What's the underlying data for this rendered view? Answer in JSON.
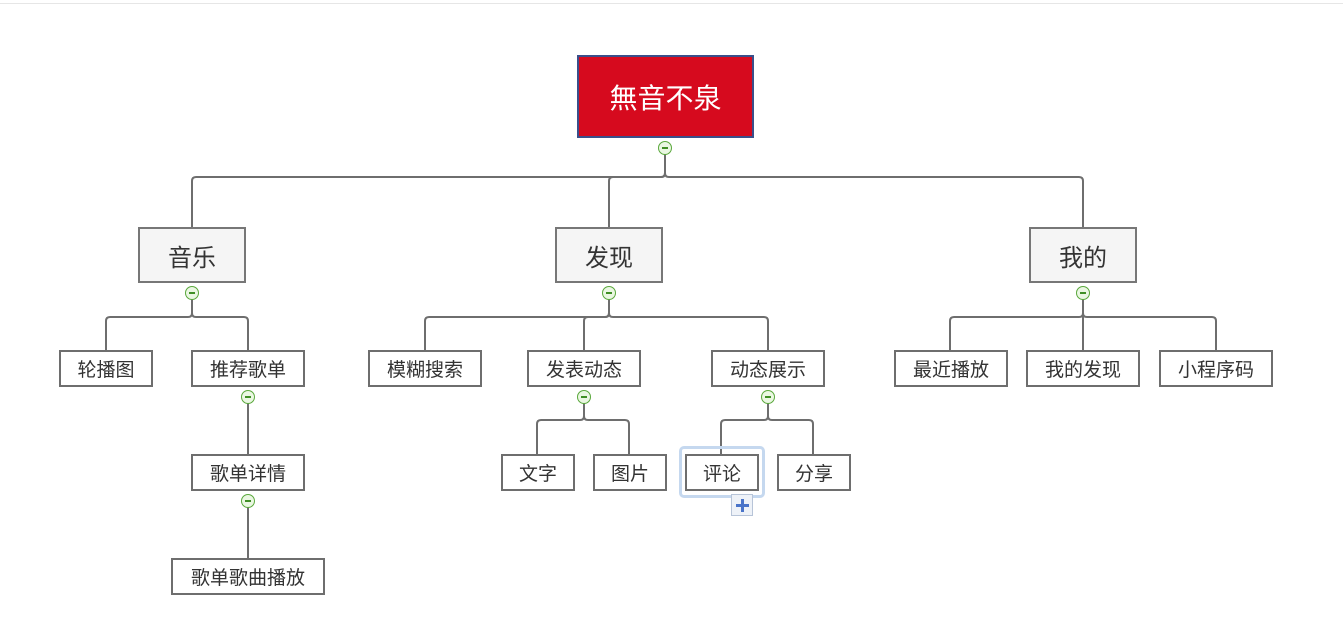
{
  "root": {
    "label": "無音不泉",
    "fill_color": "#d60a1e"
  },
  "branches": [
    {
      "label": "音乐",
      "children": [
        {
          "label": "轮播图"
        },
        {
          "label": "推荐歌单",
          "children": [
            {
              "label": "歌单详情",
              "children": [
                {
                  "label": "歌单歌曲播放"
                }
              ]
            }
          ]
        }
      ]
    },
    {
      "label": "发现",
      "children": [
        {
          "label": "模糊搜索"
        },
        {
          "label": "发表动态",
          "children": [
            {
              "label": "文字"
            },
            {
              "label": "图片"
            }
          ]
        },
        {
          "label": "动态展示",
          "children": [
            {
              "label": "评论",
              "selected": true
            },
            {
              "label": "分享"
            }
          ]
        }
      ]
    },
    {
      "label": "我的",
      "children": [
        {
          "label": "最近播放"
        },
        {
          "label": "我的发现"
        },
        {
          "label": "小程序码"
        }
      ]
    }
  ],
  "icons": {
    "collapse": "collapse-minus-icon",
    "add": "add-topic-plus-icon"
  },
  "colors": {
    "connector": "#6e6e6e",
    "selection": "#c5d8ef",
    "collapse_green": "#5aa83c"
  }
}
